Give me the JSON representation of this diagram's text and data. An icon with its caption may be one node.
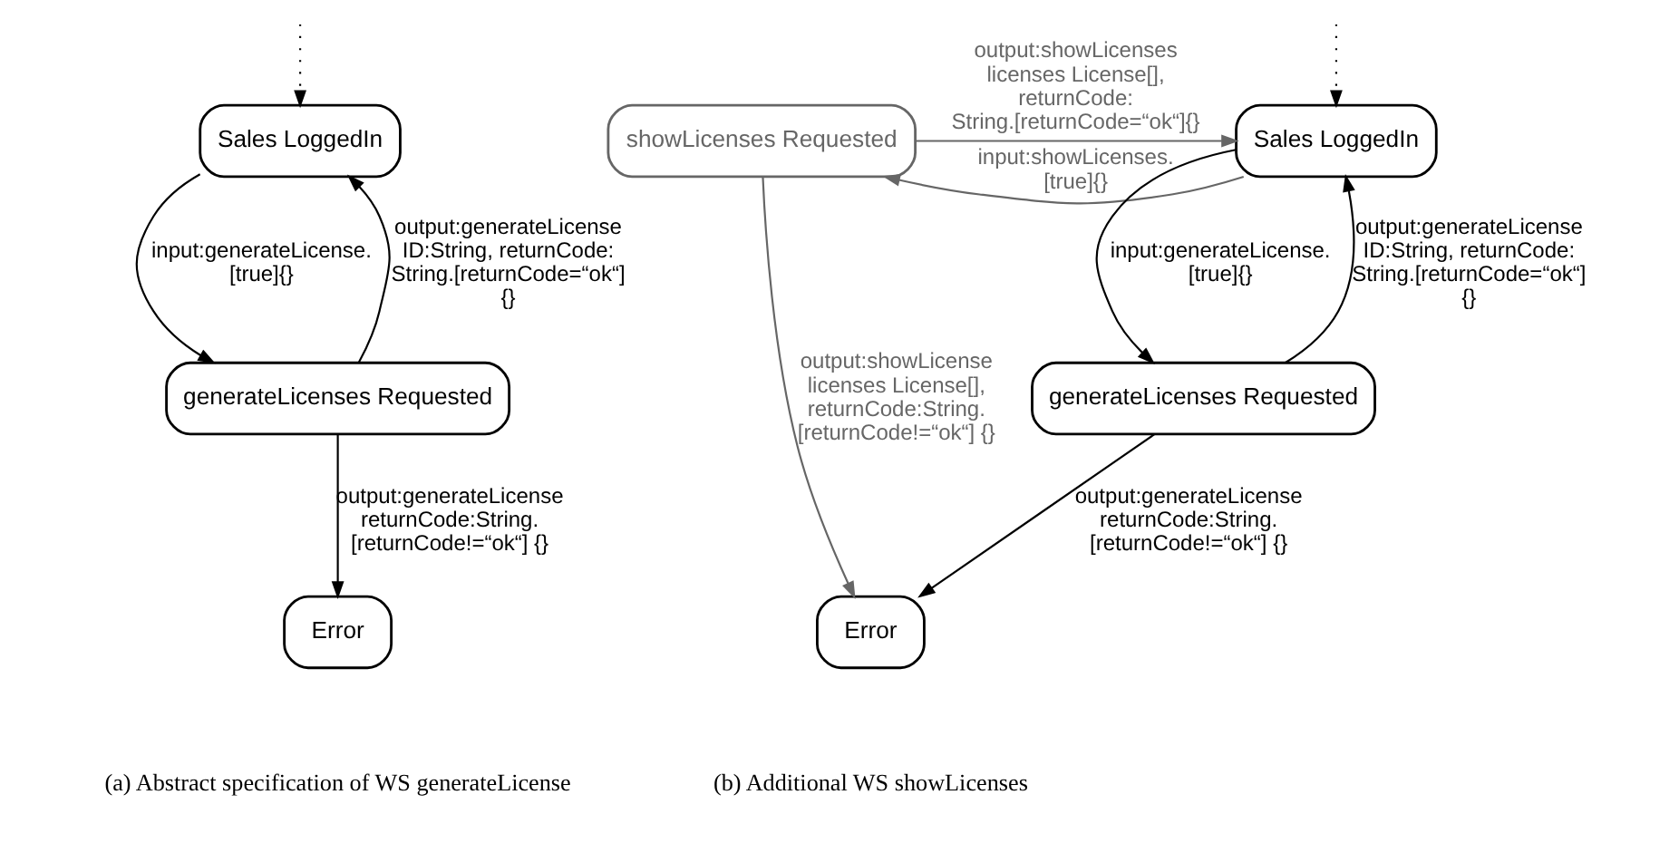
{
  "diagram": {
    "nodes": [
      {
        "text": [
          "Sales LoggedIn"
        ]
      },
      {
        "text": [
          "generateLicenses Requested"
        ]
      },
      {
        "text": [
          "Error"
        ]
      },
      {
        "text": [
          "Sales LoggedIn"
        ]
      },
      {
        "text": [
          "showLicenses Requested"
        ]
      },
      {
        "text": [
          "generateLicenses Requested"
        ]
      },
      {
        "text": [
          "Error"
        ]
      }
    ],
    "edges": [
      {
        "from": null,
        "to": 0,
        "arrow": "to",
        "style": "dashed"
      },
      {
        "from": 0,
        "to": 1,
        "arrow": "to",
        "label": "input:generateLicense. [true]{}"
      },
      {
        "from": 1,
        "to": 0,
        "arrow": "to",
        "label": "output:generateLicense ID:String, returnCode: String.[returnCode=“ok“] {}"
      },
      {
        "from": 1,
        "to": 2,
        "arrow": "to",
        "label": "output:generateLicense returnCode:String. [returnCode!=“ok“] {}"
      },
      {
        "from": null,
        "to": 3,
        "arrow": "to",
        "style": "dashed"
      },
      {
        "from": 3,
        "to": 4,
        "arrow": "to",
        "color": "#666666",
        "label": "input:showLicenses. [true]{}"
      },
      {
        "from": 4,
        "to": 3,
        "arrow": "to",
        "color": "#666666",
        "label": "output:showLicenses licenses License[], returnCode: String.[returnCode=“ok“]{}"
      },
      {
        "from": 3,
        "to": 5,
        "arrow": "to",
        "label": "input:generateLicense. [true]{}"
      },
      {
        "from": 5,
        "to": 3,
        "arrow": "to",
        "label": "output:generateLicense ID:String, returnCode: String.[returnCode=“ok“] {}"
      },
      {
        "from": 5,
        "to": 6,
        "arrow": "to",
        "label": "output:generateLicense returnCode:String. [returnCode!=“ok“] {}"
      },
      {
        "from": 4,
        "to": 6,
        "arrow": "to",
        "color": "#666666",
        "label": "output:showLicense licenses License[], returnCode:String. [returnCode!=“ok“] {}"
      }
    ],
    "labels": [
      "(a) Abstract specification of WS generateLicense",
      "(b) Additional WS showLicenses"
    ]
  }
}
